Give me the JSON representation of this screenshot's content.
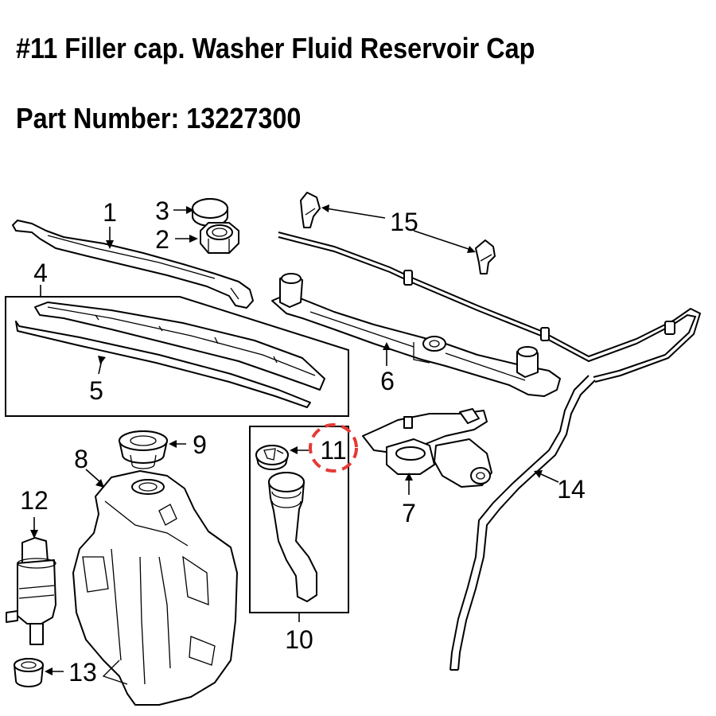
{
  "header": {
    "title": "#11 Filler cap. Washer Fluid Reservoir Cap",
    "part_number": "Part Number: 13227300"
  },
  "callouts": {
    "c1": "1",
    "c2": "2",
    "c3": "3",
    "c4": "4",
    "c5": "5",
    "c6": "6",
    "c7": "7",
    "c8": "8",
    "c9": "9",
    "c10": "10",
    "c11": "11",
    "c12": "12",
    "c13": "13",
    "c14": "14",
    "c15": "15"
  },
  "highlight": {
    "callout": "11",
    "color": "#e53935"
  },
  "colors": {
    "ink": "#000000",
    "background": "#ffffff"
  }
}
